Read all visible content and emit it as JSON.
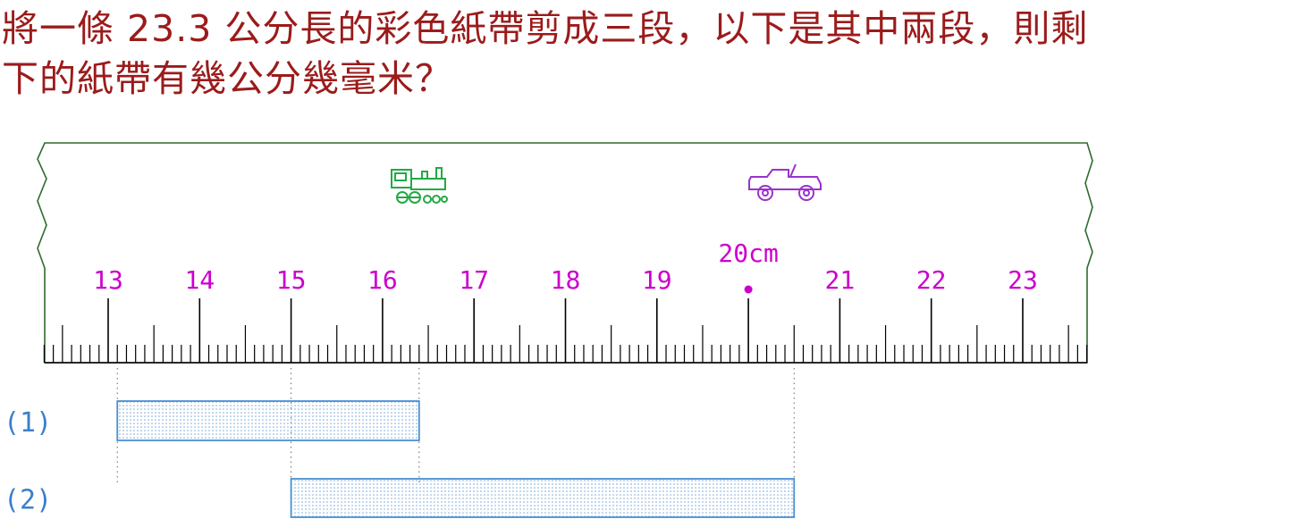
{
  "question": {
    "line1": "將一條 23.3 公分長的彩色紙帶剪成三段，以下是其中兩段，則剩",
    "line2": "下的紙帶有幾公分幾毫米？"
  },
  "ruler": {
    "start_cm": 12.3,
    "end_cm": 23.7,
    "numbered_cm": [
      "13",
      "14",
      "15",
      "16",
      "17",
      "18",
      "19",
      "20cm",
      "21",
      "22",
      "23"
    ],
    "highlight_cm": 20,
    "tick_color": "#000000",
    "number_color": "#cc00cc",
    "border_color": "#2e6b2e",
    "icons": [
      "train-icon",
      "jeep-icon"
    ],
    "train_color": "#22aa44",
    "jeep_color": "#9933cc"
  },
  "strips": [
    {
      "label": "(1)",
      "start_cm": 13.1,
      "end_cm": 16.4
    },
    {
      "label": "(2)",
      "start_cm": 15.0,
      "end_cm": 20.5
    }
  ],
  "strip_color": "#4a90d0",
  "label_color": "#3a7fcc"
}
